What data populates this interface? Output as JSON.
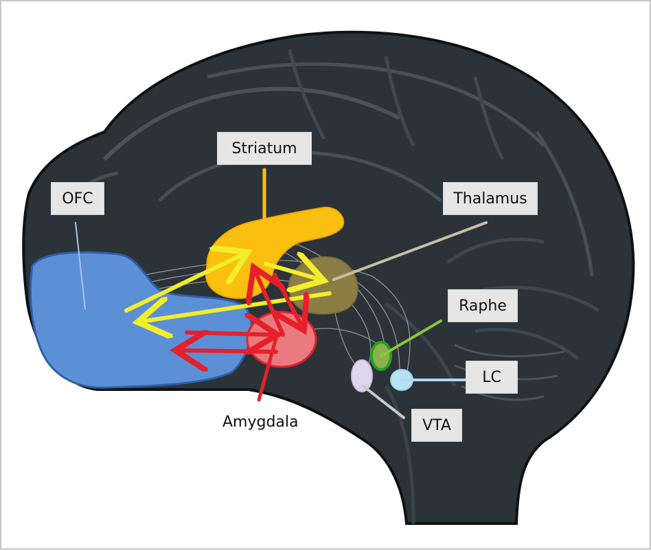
{
  "labels": {
    "striatum": "Striatum",
    "ofc": "OFC",
    "thalamus": "Thalamus",
    "raphe": "Raphe",
    "lc": "LC",
    "vta": "VTA",
    "amygdala": "Amygdala"
  },
  "colors": {
    "ofc": "#5b8fd6",
    "striatum": "#fbbf0f",
    "thalamus": "#8c7d45",
    "amygdala": "#e97a80",
    "raphe": "#8cb04a",
    "lc": "#b5e3f2",
    "vta": "#ded6ec",
    "yellow_arrow": "#f2ee2a",
    "red_arrow": "#e6202a",
    "brain": "#2b3338"
  }
}
